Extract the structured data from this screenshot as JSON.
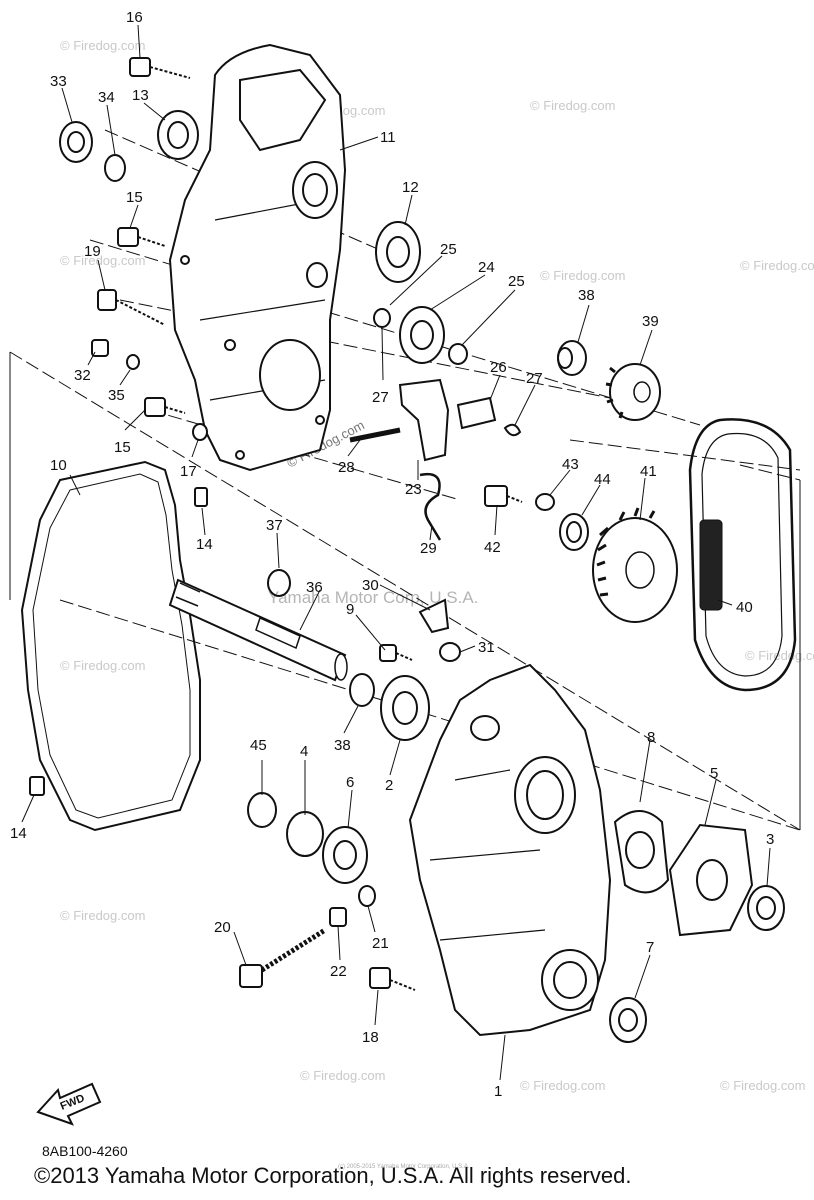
{
  "diagram_code": "8AB100-4260",
  "copyright": "©2013 Yamaha Motor Corporation, U.S.A. All rights reserved.",
  "fine_print": "(c) 2005-2015 Yamaha Motor Corporation, U.S.A.",
  "fwd_label": "FWD",
  "watermark_center": "Yamaha Motor Corp, U.S.A.",
  "watermark_firedog": "© Firedog.com",
  "part_labels": {
    "p1": "1",
    "p2": "2",
    "p3": "3",
    "p4": "4",
    "p5": "5",
    "p6": "6",
    "p7": "7",
    "p8": "8",
    "p9": "9",
    "p10": "10",
    "p11": "11",
    "p12": "12",
    "p13": "13",
    "p14a": "14",
    "p14b": "14",
    "p15a": "15",
    "p15b": "15",
    "p16": "16",
    "p17": "17",
    "p18": "18",
    "p19": "19",
    "p20": "20",
    "p21": "21",
    "p22": "22",
    "p23": "23",
    "p24": "24",
    "p25a": "25",
    "p25b": "25",
    "p26": "26",
    "p27a": "27",
    "p27b": "27",
    "p28": "28",
    "p29": "29",
    "p30": "30",
    "p31": "31",
    "p32": "32",
    "p33": "33",
    "p34": "34",
    "p35": "35",
    "p36": "36",
    "p37": "37",
    "p38a": "38",
    "p38b": "38",
    "p39": "39",
    "p40": "40",
    "p41": "41",
    "p42": "42",
    "p43": "43",
    "p44": "44",
    "p45": "45"
  }
}
